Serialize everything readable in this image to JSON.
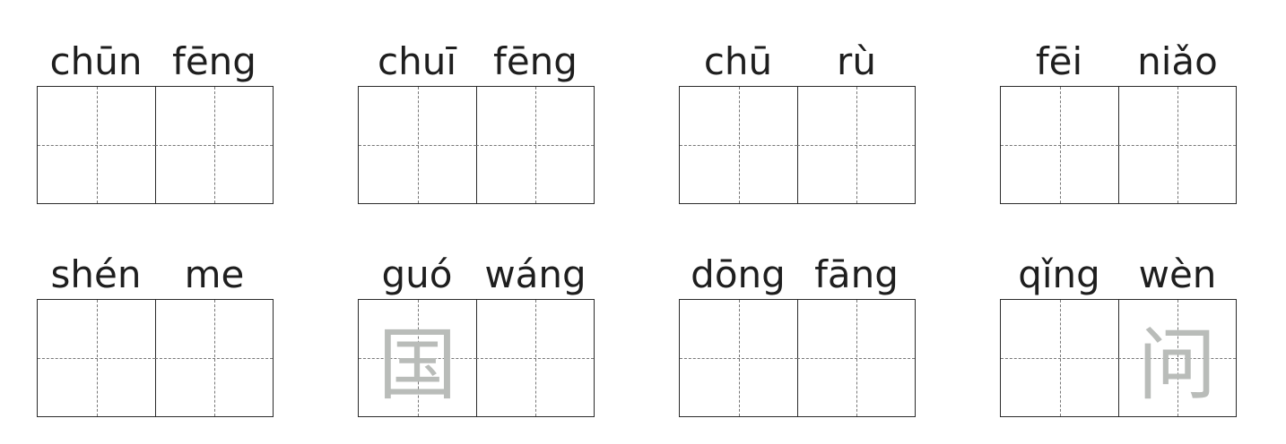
{
  "words": [
    {
      "pinyin": [
        "chūn",
        "fēng"
      ],
      "characters": [
        "",
        ""
      ]
    },
    {
      "pinyin": [
        "chuī",
        "fēng"
      ],
      "characters": [
        "",
        ""
      ]
    },
    {
      "pinyin": [
        "chū",
        "rù"
      ],
      "characters": [
        "",
        ""
      ]
    },
    {
      "pinyin": [
        "fēi",
        "niǎo"
      ],
      "characters": [
        "",
        ""
      ]
    },
    {
      "pinyin": [
        "shén",
        "me"
      ],
      "characters": [
        "",
        ""
      ]
    },
    {
      "pinyin": [
        "guó",
        "wáng"
      ],
      "characters": [
        "国",
        ""
      ]
    },
    {
      "pinyin": [
        "dōng",
        "fāng"
      ],
      "characters": [
        "",
        ""
      ]
    },
    {
      "pinyin": [
        "qǐng",
        "wèn"
      ],
      "characters": [
        "",
        "问"
      ]
    }
  ],
  "colors": {
    "grid_line": "#2a2a2a",
    "dashed_guide": "#777777",
    "trace_character": "#b9bcb9"
  }
}
